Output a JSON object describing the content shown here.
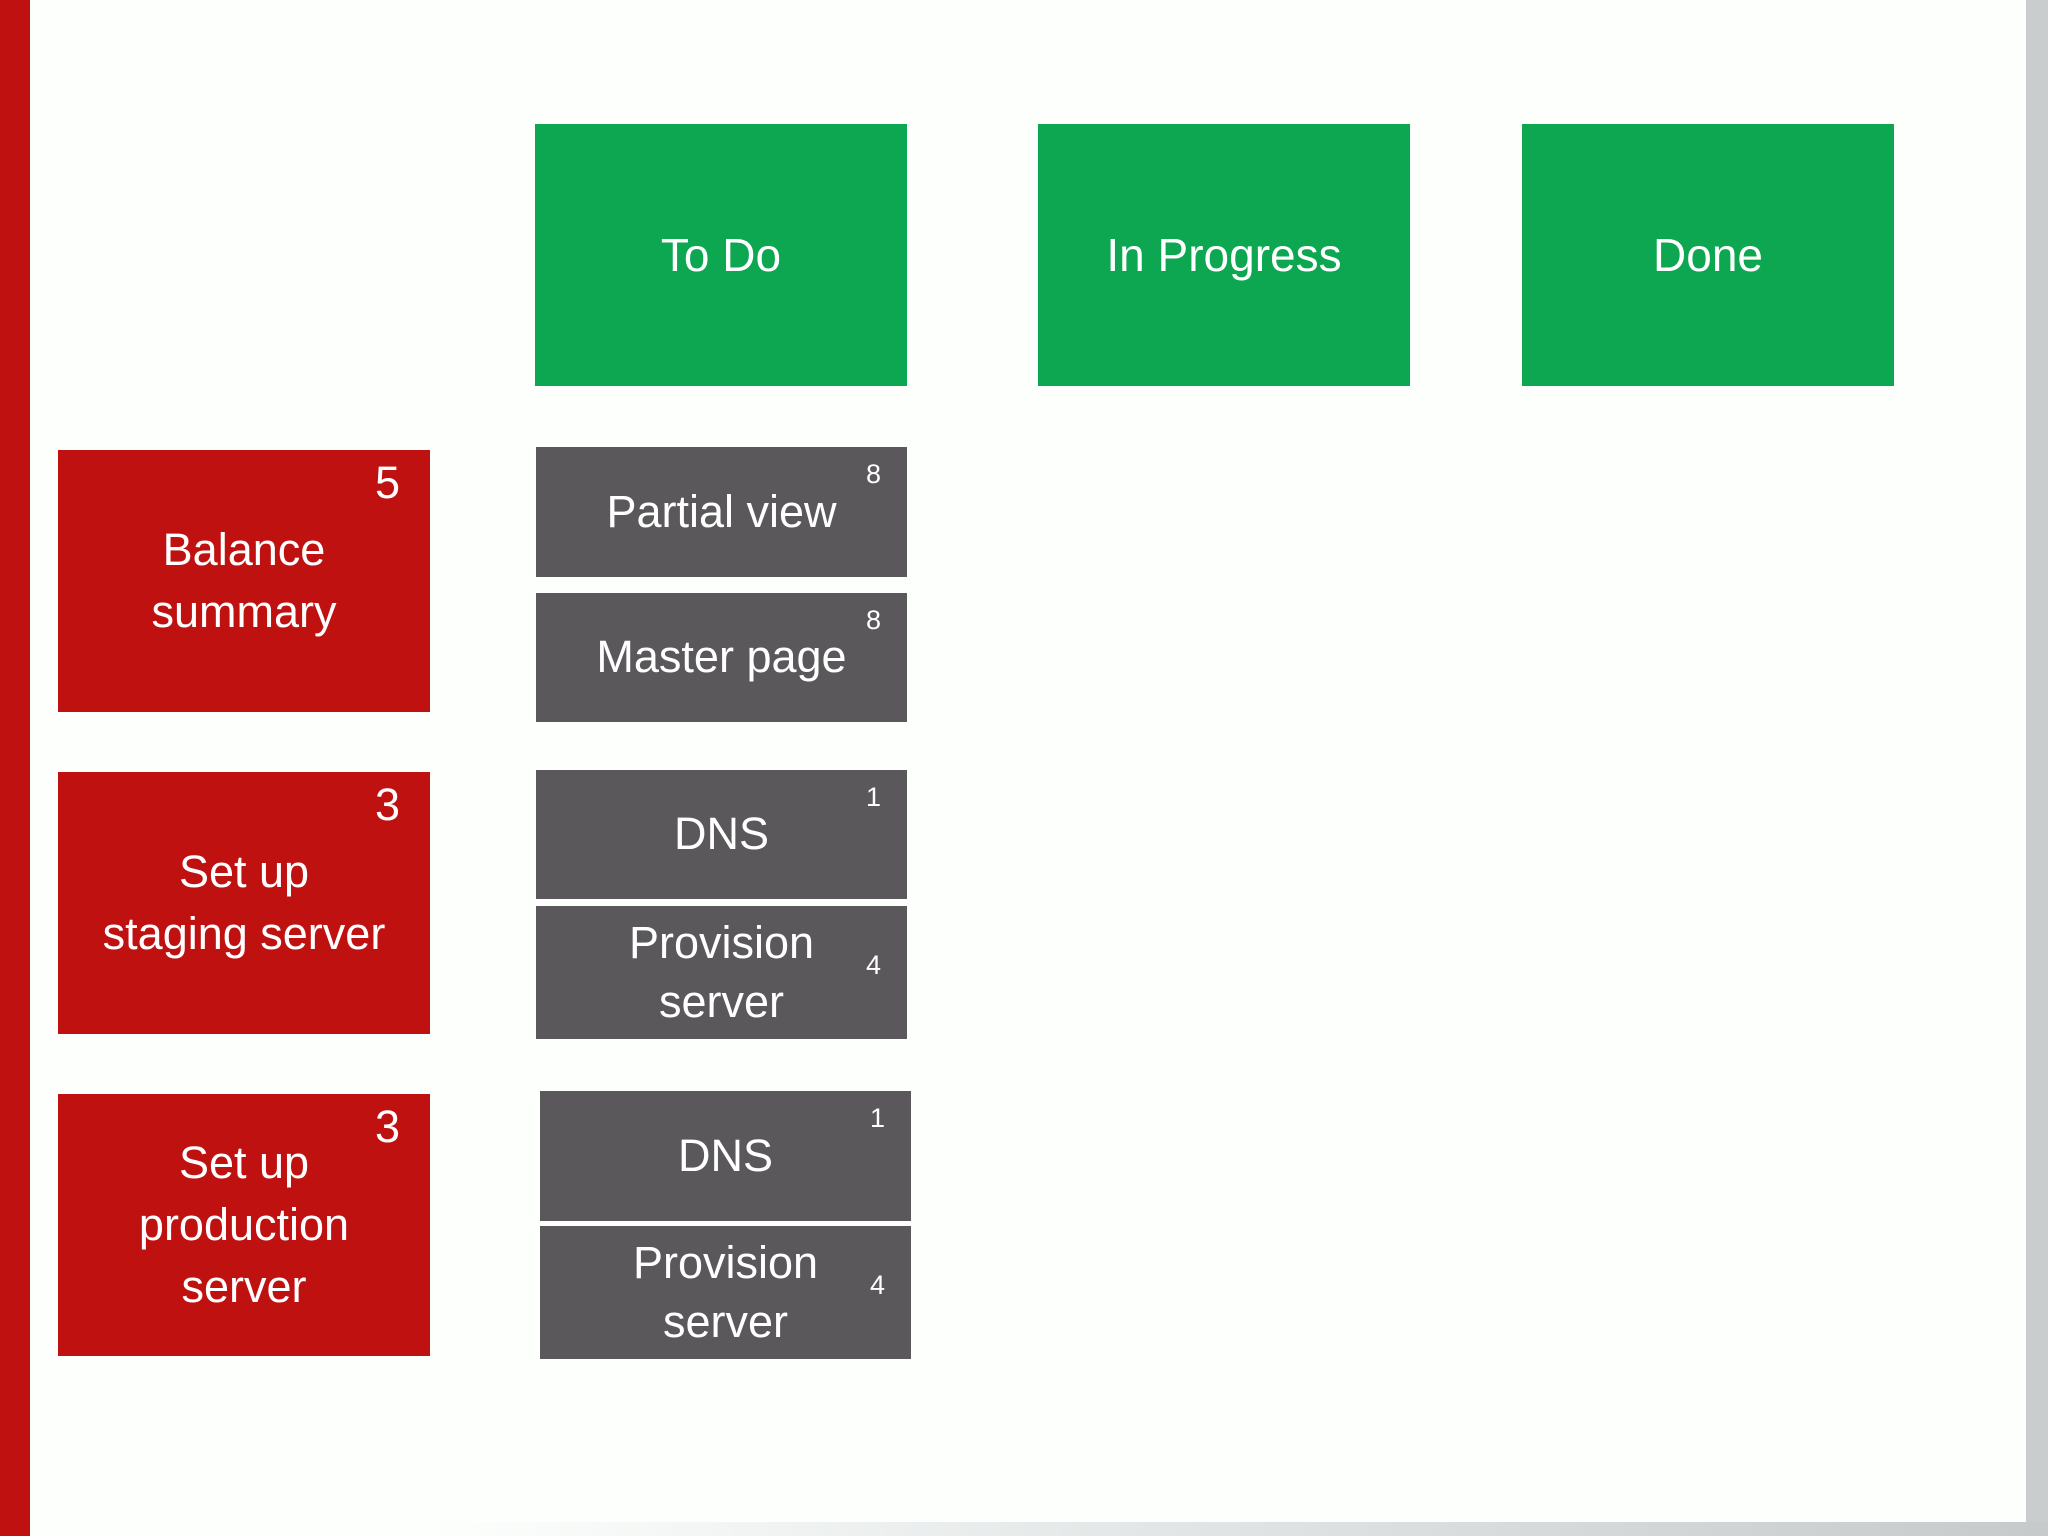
{
  "board": {
    "columns": [
      {
        "label": "To Do"
      },
      {
        "label": "In Progress"
      },
      {
        "label": "Done"
      }
    ],
    "stories": [
      {
        "title": "Balance\nsummary",
        "points": "5"
      },
      {
        "title": "Set up\nstaging server",
        "points": "3"
      },
      {
        "title": "Set up\nproduction\nserver",
        "points": "3"
      }
    ],
    "tasks": [
      {
        "title": "Partial view",
        "points": "8"
      },
      {
        "title": "Master page",
        "points": "8"
      },
      {
        "title": "DNS",
        "points": "1"
      },
      {
        "title": "Provision\nserver",
        "points": "4"
      },
      {
        "title": "DNS",
        "points": "1"
      },
      {
        "title": "Provision\nserver",
        "points": "4"
      }
    ],
    "colors": {
      "column_header_green": "#0ca750",
      "story_card_red": "#c01111",
      "task_card_gray": "#5a585b",
      "left_accent_red": "#c01111",
      "page_edge_gray": "#c9cdcd",
      "text_white": "#ffffff"
    }
  }
}
